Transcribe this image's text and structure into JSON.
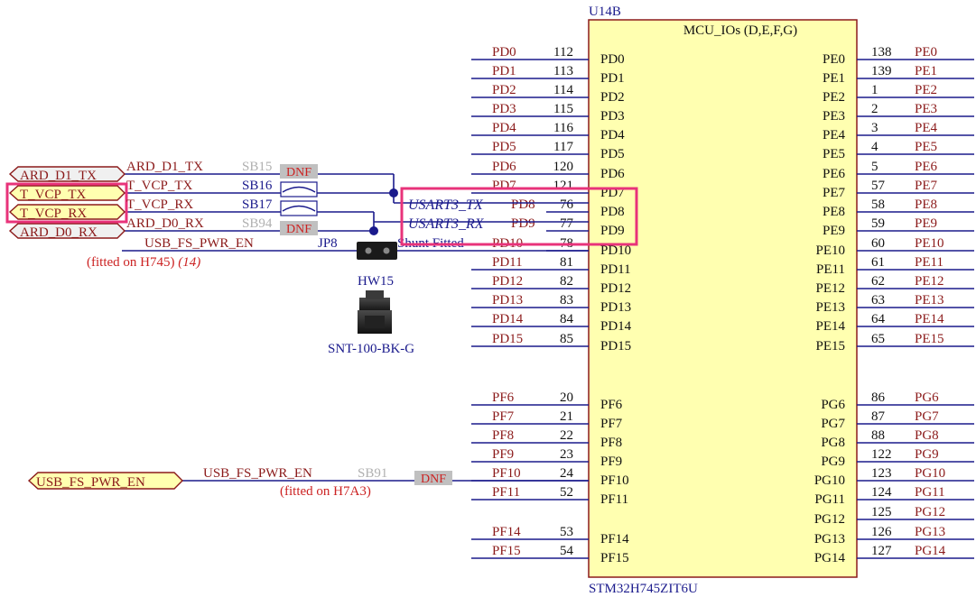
{
  "chip": {
    "ref": "U14B",
    "function_label": "MCU_IOs (D,E,F,G)",
    "part_number": "STM32H745ZIT6U"
  },
  "left_pins": [
    {
      "net": "PD0",
      "num": "112",
      "pin": "PD0"
    },
    {
      "net": "PD1",
      "num": "113",
      "pin": "PD1"
    },
    {
      "net": "PD2",
      "num": "114",
      "pin": "PD2"
    },
    {
      "net": "PD3",
      "num": "115",
      "pin": "PD3"
    },
    {
      "net": "PD4",
      "num": "116",
      "pin": "PD4"
    },
    {
      "net": "PD5",
      "num": "117",
      "pin": "PD5"
    },
    {
      "net": "PD6",
      "num": "120",
      "pin": "PD6"
    },
    {
      "net": "PD7",
      "num": "121",
      "pin": "PD7"
    },
    {
      "net": "PD8",
      "num": "76",
      "pin": "PD8"
    },
    {
      "net": "PD9",
      "num": "77",
      "pin": "PD9"
    },
    {
      "net": "PD10",
      "num": "78",
      "pin": "PD10"
    },
    {
      "net": "PD11",
      "num": "81",
      "pin": "PD11"
    },
    {
      "net": "PD12",
      "num": "82",
      "pin": "PD12"
    },
    {
      "net": "PD13",
      "num": "83",
      "pin": "PD13"
    },
    {
      "net": "PD14",
      "num": "84",
      "pin": "PD14"
    },
    {
      "net": "PD15",
      "num": "85",
      "pin": "PD15"
    },
    {
      "net": "PF6",
      "num": "20",
      "pin": "PF6"
    },
    {
      "net": "PF7",
      "num": "21",
      "pin": "PF7"
    },
    {
      "net": "PF8",
      "num": "22",
      "pin": "PF8"
    },
    {
      "net": "PF9",
      "num": "23",
      "pin": "PF9"
    },
    {
      "net": "PF10",
      "num": "24",
      "pin": "PF10"
    },
    {
      "net": "PF11",
      "num": "52",
      "pin": "PF11"
    },
    {
      "net": "PF14",
      "num": "53",
      "pin": "PF14"
    },
    {
      "net": "PF15",
      "num": "54",
      "pin": "PF15"
    }
  ],
  "right_pins": [
    {
      "net": "PE0",
      "num": "138",
      "pin": "PE0"
    },
    {
      "net": "PE1",
      "num": "139",
      "pin": "PE1"
    },
    {
      "net": "PE2",
      "num": "1",
      "pin": "PE2"
    },
    {
      "net": "PE3",
      "num": "2",
      "pin": "PE3"
    },
    {
      "net": "PE4",
      "num": "3",
      "pin": "PE4"
    },
    {
      "net": "PE5",
      "num": "4",
      "pin": "PE5"
    },
    {
      "net": "PE6",
      "num": "5",
      "pin": "PE6"
    },
    {
      "net": "PE7",
      "num": "57",
      "pin": "PE7"
    },
    {
      "net": "PE8",
      "num": "58",
      "pin": "PE8"
    },
    {
      "net": "PE9",
      "num": "59",
      "pin": "PE9"
    },
    {
      "net": "PE10",
      "num": "60",
      "pin": "PE10"
    },
    {
      "net": "PE11",
      "num": "61",
      "pin": "PE11"
    },
    {
      "net": "PE12",
      "num": "62",
      "pin": "PE12"
    },
    {
      "net": "PE13",
      "num": "63",
      "pin": "PE13"
    },
    {
      "net": "PE14",
      "num": "64",
      "pin": "PE14"
    },
    {
      "net": "PE15",
      "num": "65",
      "pin": "PE15"
    },
    {
      "net": "PG6",
      "num": "86",
      "pin": "PG6"
    },
    {
      "net": "PG7",
      "num": "87",
      "pin": "PG7"
    },
    {
      "net": "PG8",
      "num": "88",
      "pin": "PG8"
    },
    {
      "net": "PG9",
      "num": "122",
      "pin": "PG9"
    },
    {
      "net": "PG10",
      "num": "123",
      "pin": "PG10"
    },
    {
      "net": "PG11",
      "num": "124",
      "pin": "PG11"
    },
    {
      "net": "PG12",
      "num": "125",
      "pin": "PG12"
    },
    {
      "net": "PG13",
      "num": "126",
      "pin": "PG13"
    },
    {
      "net": "PG14",
      "num": "127",
      "pin": "PG14"
    }
  ],
  "ports": {
    "ard_d1_tx": "ARD_D1_TX",
    "t_vcp_tx": "T_VCP_TX",
    "t_vcp_rx": "T_VCP_RX",
    "ard_d0_rx": "ARD_D0_RX",
    "usb_fs_pwr_en": "USB_FS_PWR_EN"
  },
  "nets": {
    "ard_d1_tx": "ARD_D1_TX",
    "t_vcp_tx": "T_VCP_TX",
    "t_vcp_rx": "T_VCP_RX",
    "ard_d0_rx": "ARD_D0_RX",
    "usb_fs_pwr_en_top": "USB_FS_PWR_EN",
    "usb_fs_pwr_en_bottom": "USB_FS_PWR_EN",
    "usart3_tx": "USART3_TX",
    "usart3_rx": "USART3_RX"
  },
  "components": {
    "sb15": "SB15",
    "sb16": "SB16",
    "sb17": "SB17",
    "sb94": "SB94",
    "sb91": "SB91",
    "jp8": "JP8",
    "hw15": "HW15",
    "jumper_part": "SNT-100-BK-G",
    "shunt_note": "Shunt Fitted",
    "dnf": "DNF"
  },
  "notes": {
    "fitted_h745": "(fitted on H745)",
    "fitted_h745_ref": "(14)",
    "fitted_h7a3": "(fitted on H7A3)"
  },
  "colors": {
    "wire": "#1a1a8c",
    "chip_fill": "#ffffb0",
    "chip_border": "#8b1a1a",
    "net_label": "#8b1a1a",
    "pin_number": "#111111",
    "ref_text": "#1a1a8c",
    "highlight": "#e8337a",
    "dnf_fill": "#c0c0c0",
    "dnf_text": "#cc2222",
    "dnp_label": "#b0b0b0",
    "port_fill": "#ffffb0",
    "port_fill_grey": "#f0f0f0",
    "note_text": "#cc2222"
  }
}
